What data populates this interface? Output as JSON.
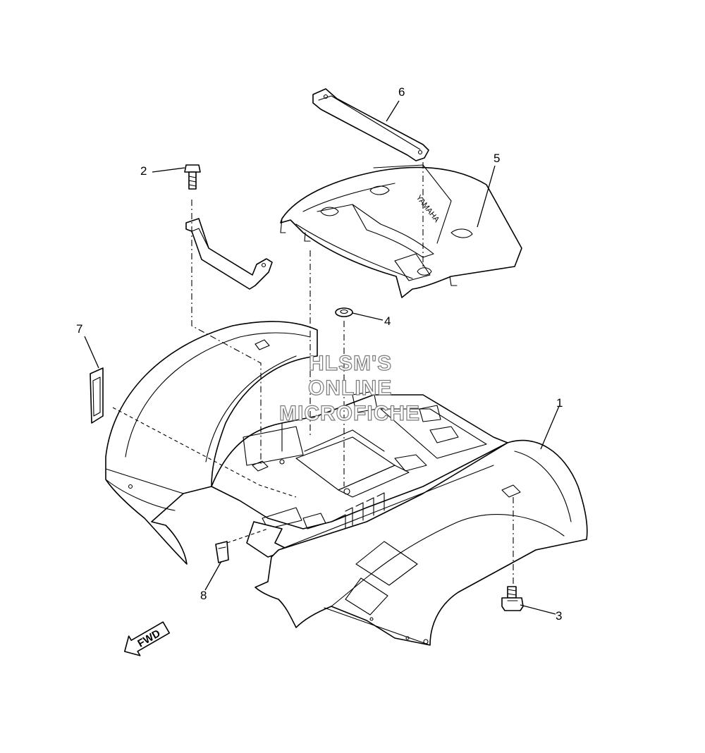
{
  "callouts": [
    "1",
    "2",
    "3",
    "4",
    "5",
    "6",
    "7",
    "8"
  ],
  "watermark": [
    "HLSM'S",
    "ONLINE",
    "MICROFICHE"
  ],
  "direction_label": "FWD",
  "brand_text": "YAMAHA",
  "colors": {
    "line": "#000000",
    "background": "#ffffff",
    "watermark": "#7a7a7a"
  }
}
